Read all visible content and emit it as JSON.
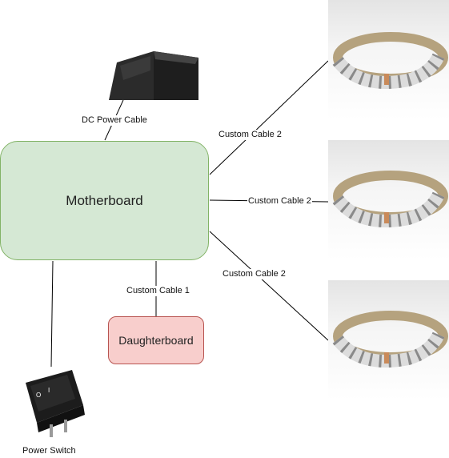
{
  "nodes": {
    "motherboard": "Motherboard",
    "daughterboard": "Daughterboard"
  },
  "edges": {
    "dc_power": "DC Power Cable",
    "custom_cable_2_top": "Custom Cable 2",
    "custom_cable_2_mid": "Custom Cable 2",
    "custom_cable_2_bottom": "Custom Cable 2",
    "custom_cable_1": "Custom Cable 1"
  },
  "images": {
    "power_switch_caption": "Power Switch",
    "switch_glyph_on": "I",
    "switch_glyph_off": "O"
  },
  "colors": {
    "motherboard_fill": "#d5e8d4",
    "motherboard_stroke": "#82b366",
    "daughterboard_fill": "#f8cecc",
    "daughterboard_stroke": "#b85450"
  }
}
